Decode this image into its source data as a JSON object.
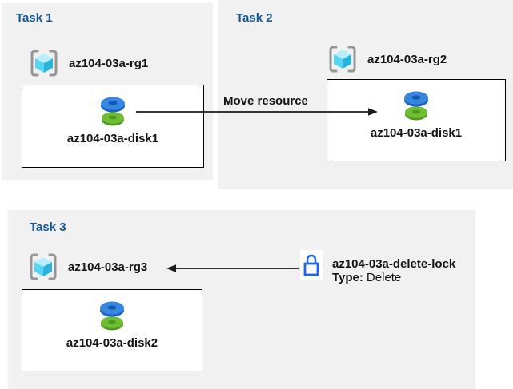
{
  "diagram": {
    "tasks": [
      {
        "title": "Task 1",
        "resource_group": "az104-03a-rg1",
        "resource": "az104-03a-disk1"
      },
      {
        "title": "Task 2",
        "resource_group": "az104-03a-rg2",
        "resource": "az104-03a-disk1"
      },
      {
        "title": "Task 3",
        "resource_group": "az104-03a-rg3",
        "resource": "az104-03a-disk2"
      }
    ],
    "move_arrow_label": "Move resource",
    "lock": {
      "name": "az104-03a-delete-lock",
      "type_label": "Type:",
      "type_value": "Delete"
    },
    "icons": {
      "resource_group": "resource-group-icon",
      "disk": "disk-icon",
      "lock": "lock-icon",
      "arrow_right": "arrow-right-icon",
      "arrow_left": "arrow-left-icon"
    },
    "colors": {
      "panel_bg": "#f1f1f1",
      "title_blue": "#14589c",
      "box_border": "#000000",
      "bracket_gray": "#969696",
      "cube_top": "#b8edfa",
      "cube_left": "#54d5f1",
      "cube_right": "#2bb3de",
      "disk_blue": "#3787e0",
      "disk_blue_dark": "#1a64c4",
      "disk_blue_hole": "#1659b4",
      "disk_green": "#6ebd33",
      "disk_green_dark": "#4e9a1e",
      "lock_blue": "#2166e0",
      "arrow_black": "#1a1a1a"
    }
  }
}
